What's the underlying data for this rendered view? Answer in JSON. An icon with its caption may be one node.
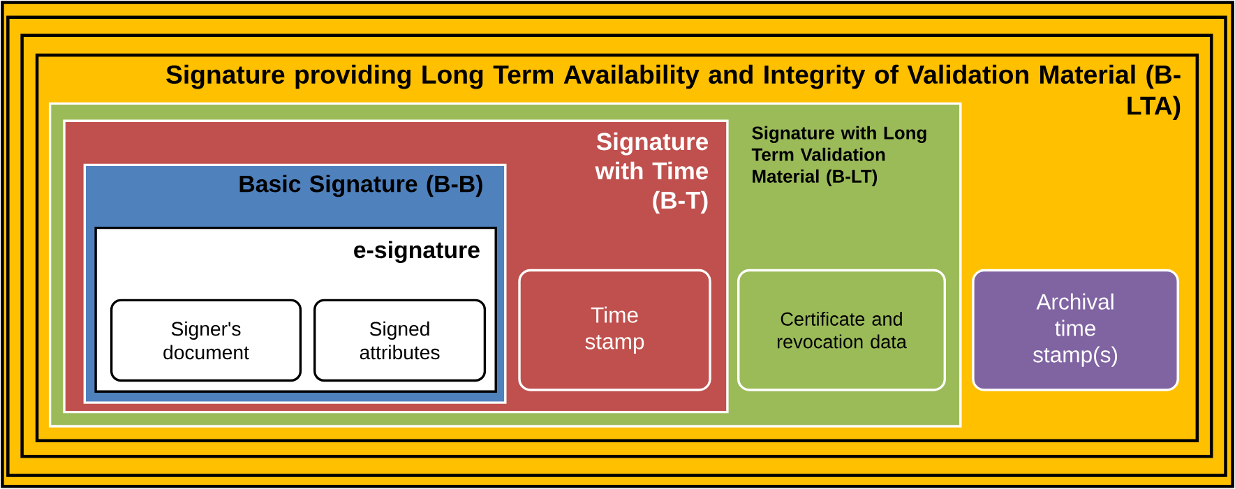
{
  "diagram": {
    "nodes": [
      {
        "text": [
          "Signature providing Long Term Availability and Integrity of Validation Material (B-LTA)"
        ]
      },
      {
        "text": [
          "Signature with Long Term Validation Material (B-LT)"
        ],
        "in": 0
      },
      {
        "text": [
          "Signature with Time (B-T)"
        ],
        "in": 1
      },
      {
        "text": [
          "Basic Signature (B-B)"
        ],
        "in": 2
      },
      {
        "text": [
          "e-signature"
        ],
        "in": 3
      },
      {
        "text": [
          "Signer's document"
        ],
        "in": 4
      },
      {
        "text": [
          "Signed attributes"
        ],
        "in": 4
      },
      {
        "text": [
          "Time stamp"
        ],
        "in": 2
      },
      {
        "text": [
          "Certificate and revocation data"
        ],
        "in": 1
      },
      {
        "text": [
          "Archival time stamp(s)"
        ],
        "in": 0
      }
    ]
  }
}
